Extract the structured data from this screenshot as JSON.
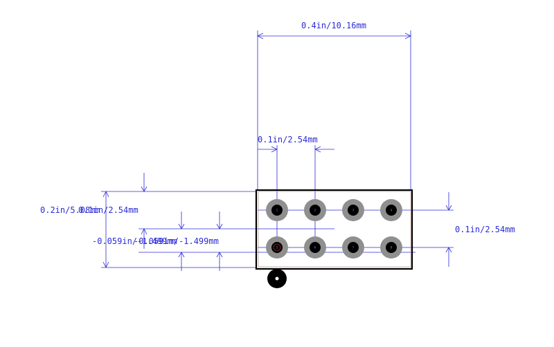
{
  "dimensions": {
    "width_total": "0.4in/10.16mm",
    "pitch_horizontal": "0.1in/2.54mm",
    "height_total": "0.2in/5.08mm",
    "pitch_vertical_left": "0.1in/2.54mm",
    "pitch_vertical_right": "0.1in/2.54mm",
    "offset_left": "-0.059in/-1.499mm",
    "offset_right": "-0.059in/-1.499mm"
  },
  "pads": {
    "top_row": [
      "1",
      "2",
      "3",
      "4"
    ],
    "bottom_row": [
      "5",
      "6",
      "7",
      "8"
    ]
  },
  "colors": {
    "dimension": "#2b2bd6",
    "outline": "#000000",
    "pad_ring": "#8f8f8f",
    "pad_hole": "#000000",
    "pin1_marker": "#000000"
  }
}
